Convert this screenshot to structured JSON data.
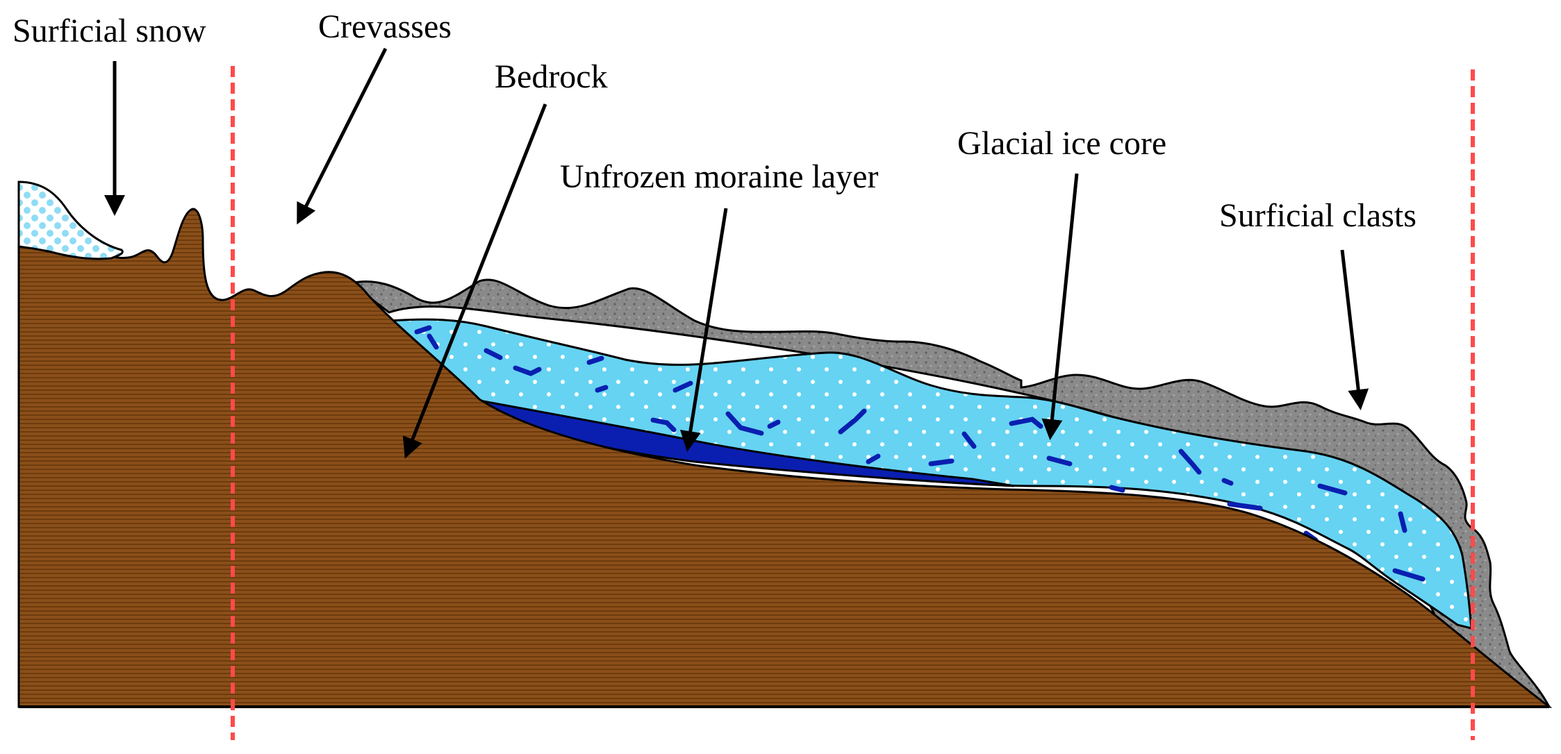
{
  "labels": {
    "surficial_snow": "Surficial snow",
    "crevasses": "Crevasses",
    "bedrock": "Bedrock",
    "unfrozen_moraine": "Unfrozen moraine layer",
    "glacial_ice_core": "Glacial ice core",
    "surficial_clasts": "Surficial clasts"
  },
  "colors": {
    "bedrock": "#8a4f1a",
    "bedrock_stripe": "#6e3b0c",
    "ice": "#66d3f2",
    "moraine": "#0a1fb0",
    "clasts": "#8a8a8a",
    "snow": "#8fdcf5",
    "boundary_line": "#ff4a4a"
  }
}
